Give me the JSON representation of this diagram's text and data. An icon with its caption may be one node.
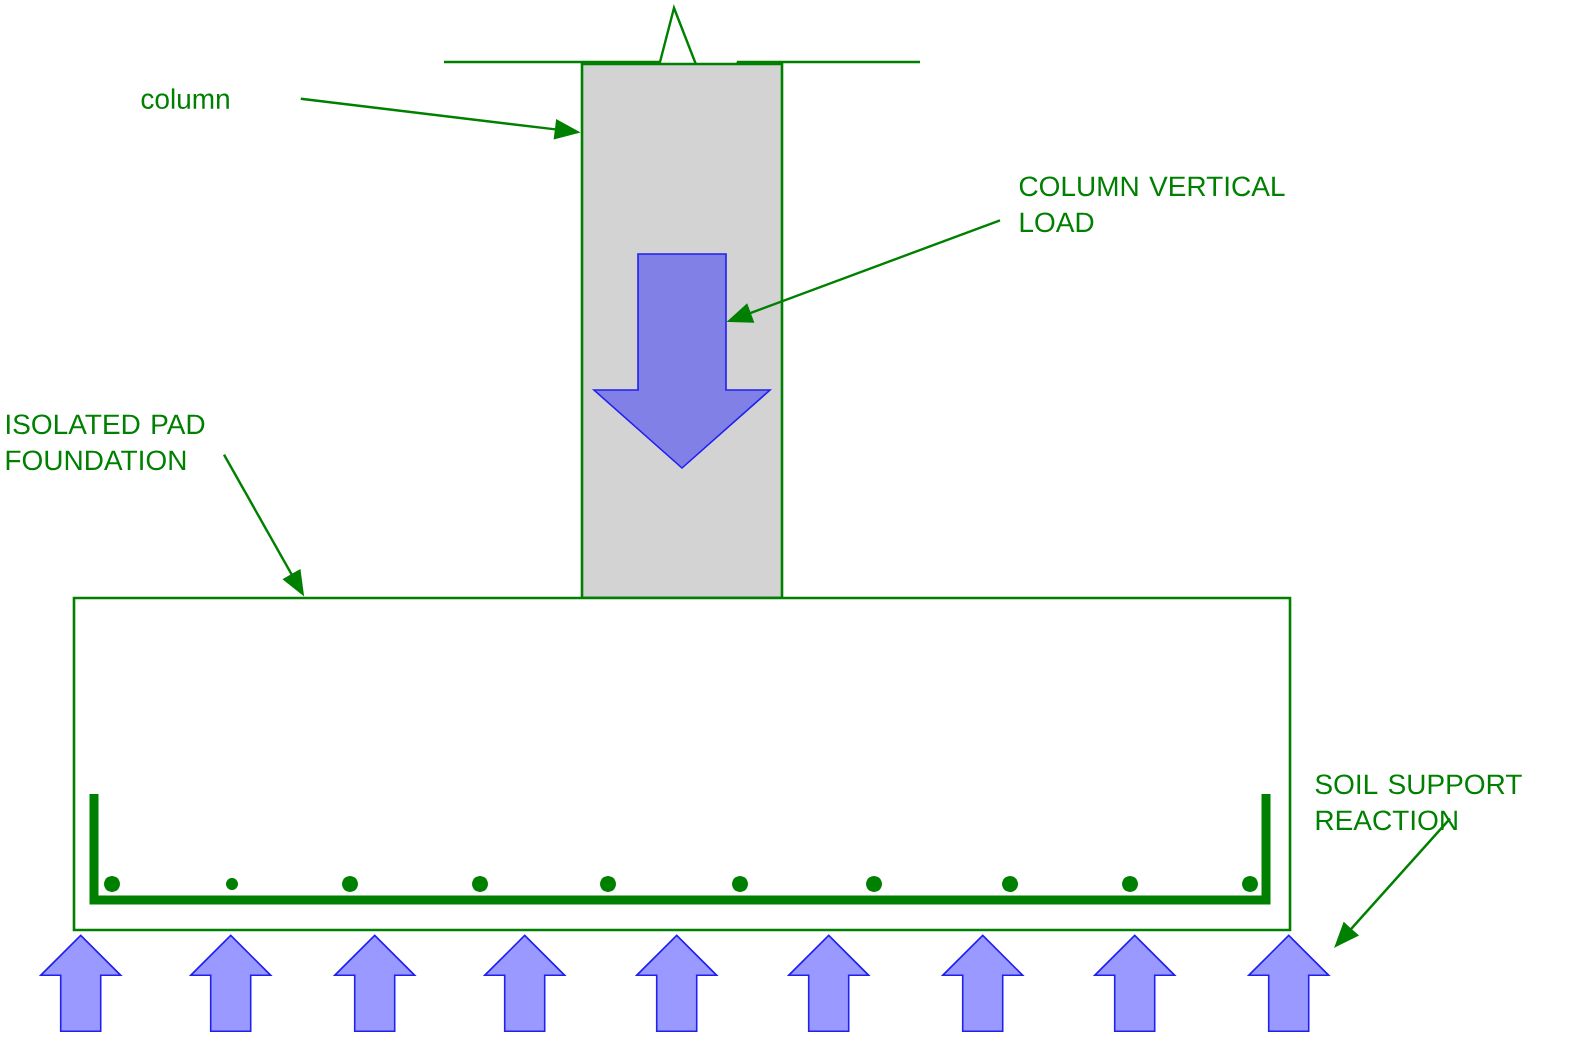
{
  "diagram": {
    "nodes": [
      {
        "text": [
          "column"
        ]
      },
      {
        "text": [],
        "shape": "box"
      },
      {
        "text": [
          "COLUMN VERTICAL LOAD"
        ]
      },
      {
        "text": [],
        "shape": "arrow",
        "in": 1
      },
      {
        "text": [
          "ISOLATED PAD FOUNDATION"
        ]
      },
      {
        "text": [],
        "shape": "box"
      },
      {
        "text": [
          "SOIL SUPPORT REACTION"
        ]
      }
    ],
    "edges": [
      {
        "from": 0,
        "to": 1,
        "arrow": "to"
      },
      {
        "from": 2,
        "to": 3,
        "arrow": "to"
      },
      {
        "from": 4,
        "to": 5,
        "arrow": "to"
      },
      {
        "from": 6,
        "to": null,
        "arrow": "to"
      },
      {
        "from": null,
        "to": 5,
        "arrow": "to"
      },
      {
        "from": null,
        "to": 5,
        "arrow": "to"
      },
      {
        "from": null,
        "to": 5,
        "arrow": "to"
      },
      {
        "from": null,
        "to": 5,
        "arrow": "to"
      },
      {
        "from": null,
        "to": 5,
        "arrow": "to"
      },
      {
        "from": null,
        "to": 5,
        "arrow": "to"
      },
      {
        "from": null,
        "to": 5,
        "arrow": "to"
      },
      {
        "from": null,
        "to": 5,
        "arrow": "to"
      },
      {
        "from": null,
        "to": 5,
        "arrow": "to"
      }
    ]
  }
}
